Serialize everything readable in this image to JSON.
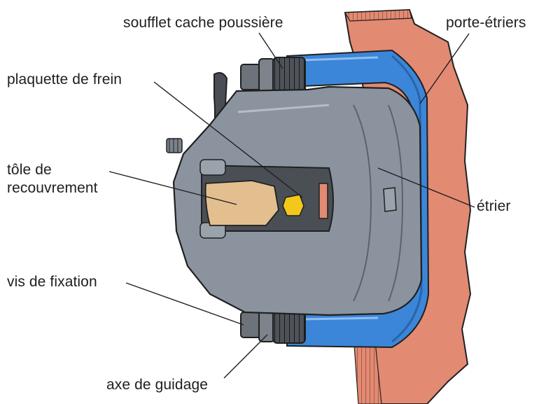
{
  "labels": {
    "soufflet": "soufflet cache poussière",
    "porte_etriers": "porte-étriers",
    "plaquette": "plaquette de frein",
    "tole_line1": "tôle de",
    "tole_line2": "recouvrement",
    "etrier": "étrier",
    "vis": "vis de fixation",
    "axe": "axe de guidage"
  },
  "colors": {
    "disc": "#e38a72",
    "carrier": "#3b86d8",
    "caliper": "#8b949e",
    "pad": "#e3bf8f",
    "bolt": "#f3c81a",
    "outline": "#202020"
  }
}
